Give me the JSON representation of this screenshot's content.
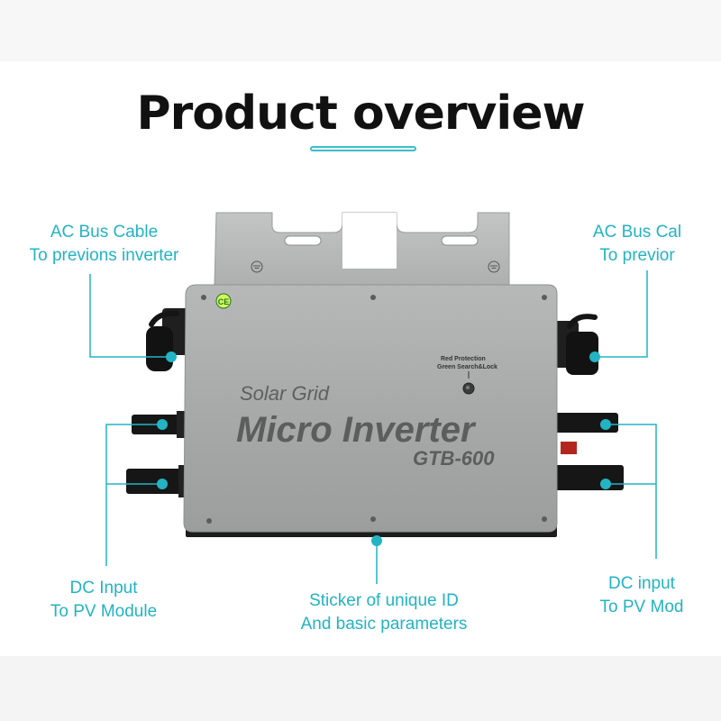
{
  "title": "Product overview",
  "labels": {
    "ac_left": {
      "line1": "AC Bus Cable",
      "line2": "To previons inverter"
    },
    "ac_right": {
      "line1": "AC Bus Cal",
      "line2": "To previor"
    },
    "dc_left": {
      "line1": "DC Input",
      "line2": "To PV Module"
    },
    "dc_right": {
      "line1": "DC input",
      "line2": "To PV Mod"
    },
    "sticker": {
      "line1": "Sticker of unique ID",
      "line2": "And basic parameters"
    }
  },
  "product": {
    "brand_line": "Solar Grid",
    "name": "Micro Inverter",
    "model": "GTB-600",
    "indicator_line1": "Red Protection",
    "indicator_line2": "Green Search&Lock",
    "cert_mark": "CE"
  },
  "colors": {
    "accent": "#23b3c3",
    "underline": "#39c0c8",
    "housing": "#a9aaaa",
    "bracket": "#b9baba",
    "connector": "#161616",
    "title": "#111111"
  },
  "icons": [
    "ground-symbol-icon",
    "ce-mark-icon",
    "led-indicator-icon"
  ]
}
